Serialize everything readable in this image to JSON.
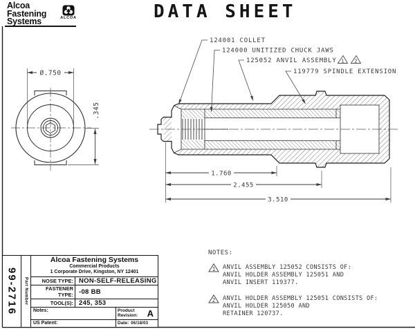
{
  "logo": {
    "line1": "Alcoa",
    "line2": "Fastening",
    "line3": "Systems",
    "badge_text": "ALCOA"
  },
  "title": "DATA SHEET",
  "drawing": {
    "callouts": [
      {
        "label": "124001 COLLET"
      },
      {
        "label": "124000 UNITIZED CHUCK JAWS"
      },
      {
        "label": "125052 ANVIL ASSEMBLY",
        "flags": [
          "1",
          "2"
        ]
      },
      {
        "label": "119779 SPINDLE EXTENSION"
      }
    ],
    "dims": {
      "dia": "Ø.750",
      "flat": ".345",
      "d1": "1.760",
      "d2": "2.455",
      "d3": "3.510"
    }
  },
  "notes": {
    "heading": "NOTES:",
    "items": [
      {
        "flag": "1",
        "lines": [
          "ANVIL ASSEMBLY 125052 CONSISTS OF:",
          "ANVIL HOLDER ASSEMBLY 125051 AND",
          "ANVIL INSERT 119377."
        ]
      },
      {
        "flag": "2",
        "lines": [
          "ANVIL HOLDER ASSEMBLY 125051 CONSISTS OF:",
          "ANVIL HOLDER 125050 AND",
          "RETAINER 120737."
        ]
      }
    ]
  },
  "title_block": {
    "part_number": "99-2716",
    "part_number_label": "Part Number",
    "company": "Alcoa Fastening Systems",
    "division": "Commercial Products",
    "address": "1 Corporate Drive, Kingston, NY 12401",
    "rows": [
      {
        "label": "NOSE TYPE:",
        "value": "NON-SELF-RELEASING"
      },
      {
        "label": "FASTENER TYPE:",
        "value": "-08 BB"
      },
      {
        "label": "TOOL(S):",
        "value": "245, 353"
      }
    ],
    "notes_label": "Notes:",
    "us_patent_label": "US Patent:",
    "product_revision_label": "Product Revision:",
    "product_revision": "A",
    "date_label": "Date:",
    "date": "06/18/03"
  }
}
